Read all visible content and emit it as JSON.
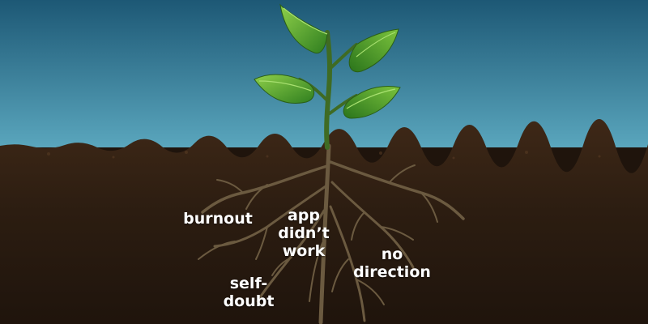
{
  "colors": {
    "sky_top": "#1d5875",
    "sky_bottom": "#5aa6bd",
    "soil_top": "#3e2817",
    "soil_bottom": "#1f140c",
    "root": "#6b5a40",
    "stem": "#3f6b23",
    "leaf_light": "#8fd04a",
    "leaf_dark": "#2f7e1f",
    "label_text": "#ffffff"
  },
  "scene": {
    "subject": "sprouting-plant-with-roots",
    "labels": {
      "burnout": "burnout",
      "app_didnt_work": "app\ndidn’t\nwork",
      "no_direction": "no\ndirection",
      "self_doubt": "self-\ndoubt"
    }
  }
}
